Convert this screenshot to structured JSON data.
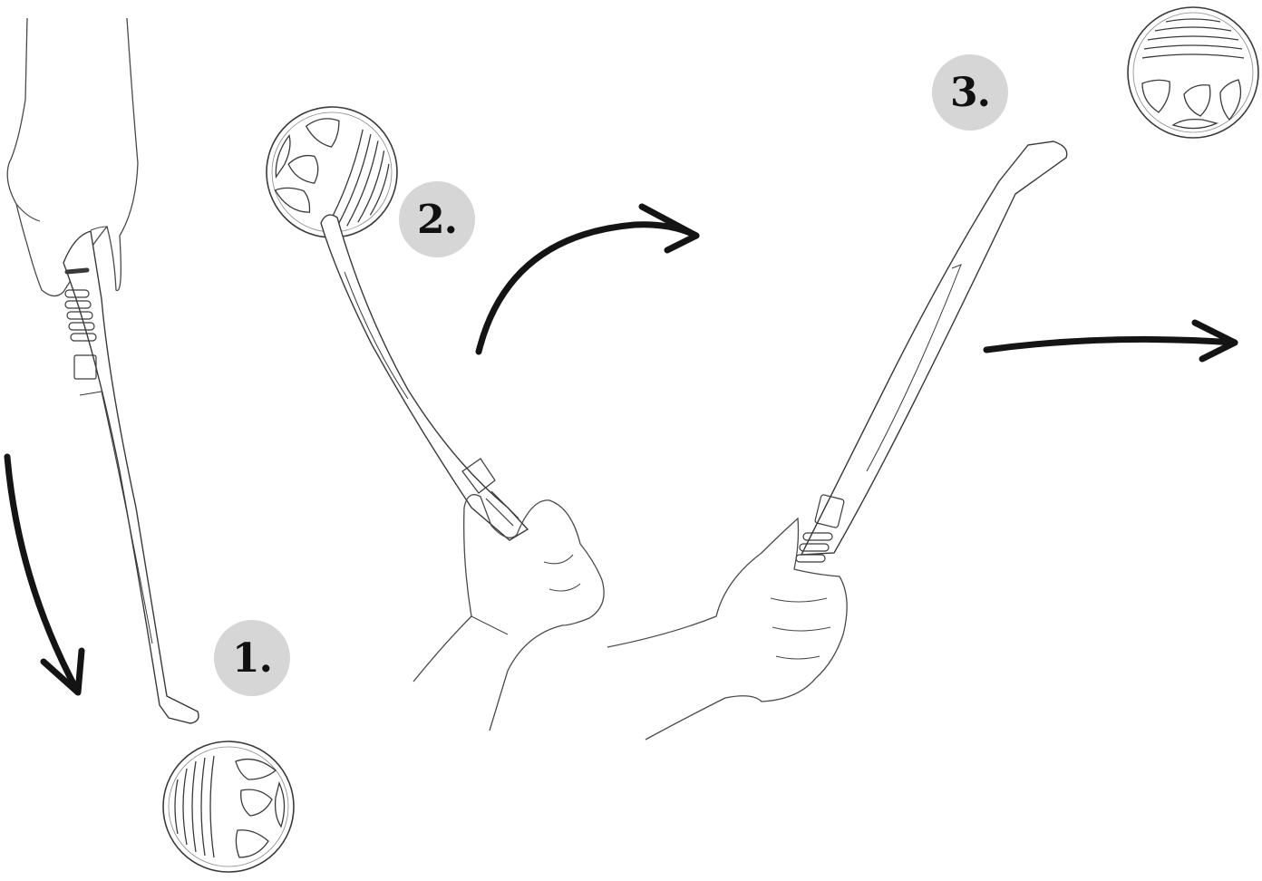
{
  "steps": [
    {
      "label": "1."
    },
    {
      "label": "2."
    },
    {
      "label": "3."
    }
  ],
  "colors": {
    "badge_fill": "#d6d6d6",
    "line": "#3a3a3a",
    "arrow": "#141414",
    "text": "#111111"
  },
  "icons": {
    "arrows": [
      "arrow-down-swing",
      "arrow-curved-up-right",
      "arrow-right"
    ],
    "objects": [
      "ball",
      "ball-launcher",
      "hand"
    ]
  }
}
